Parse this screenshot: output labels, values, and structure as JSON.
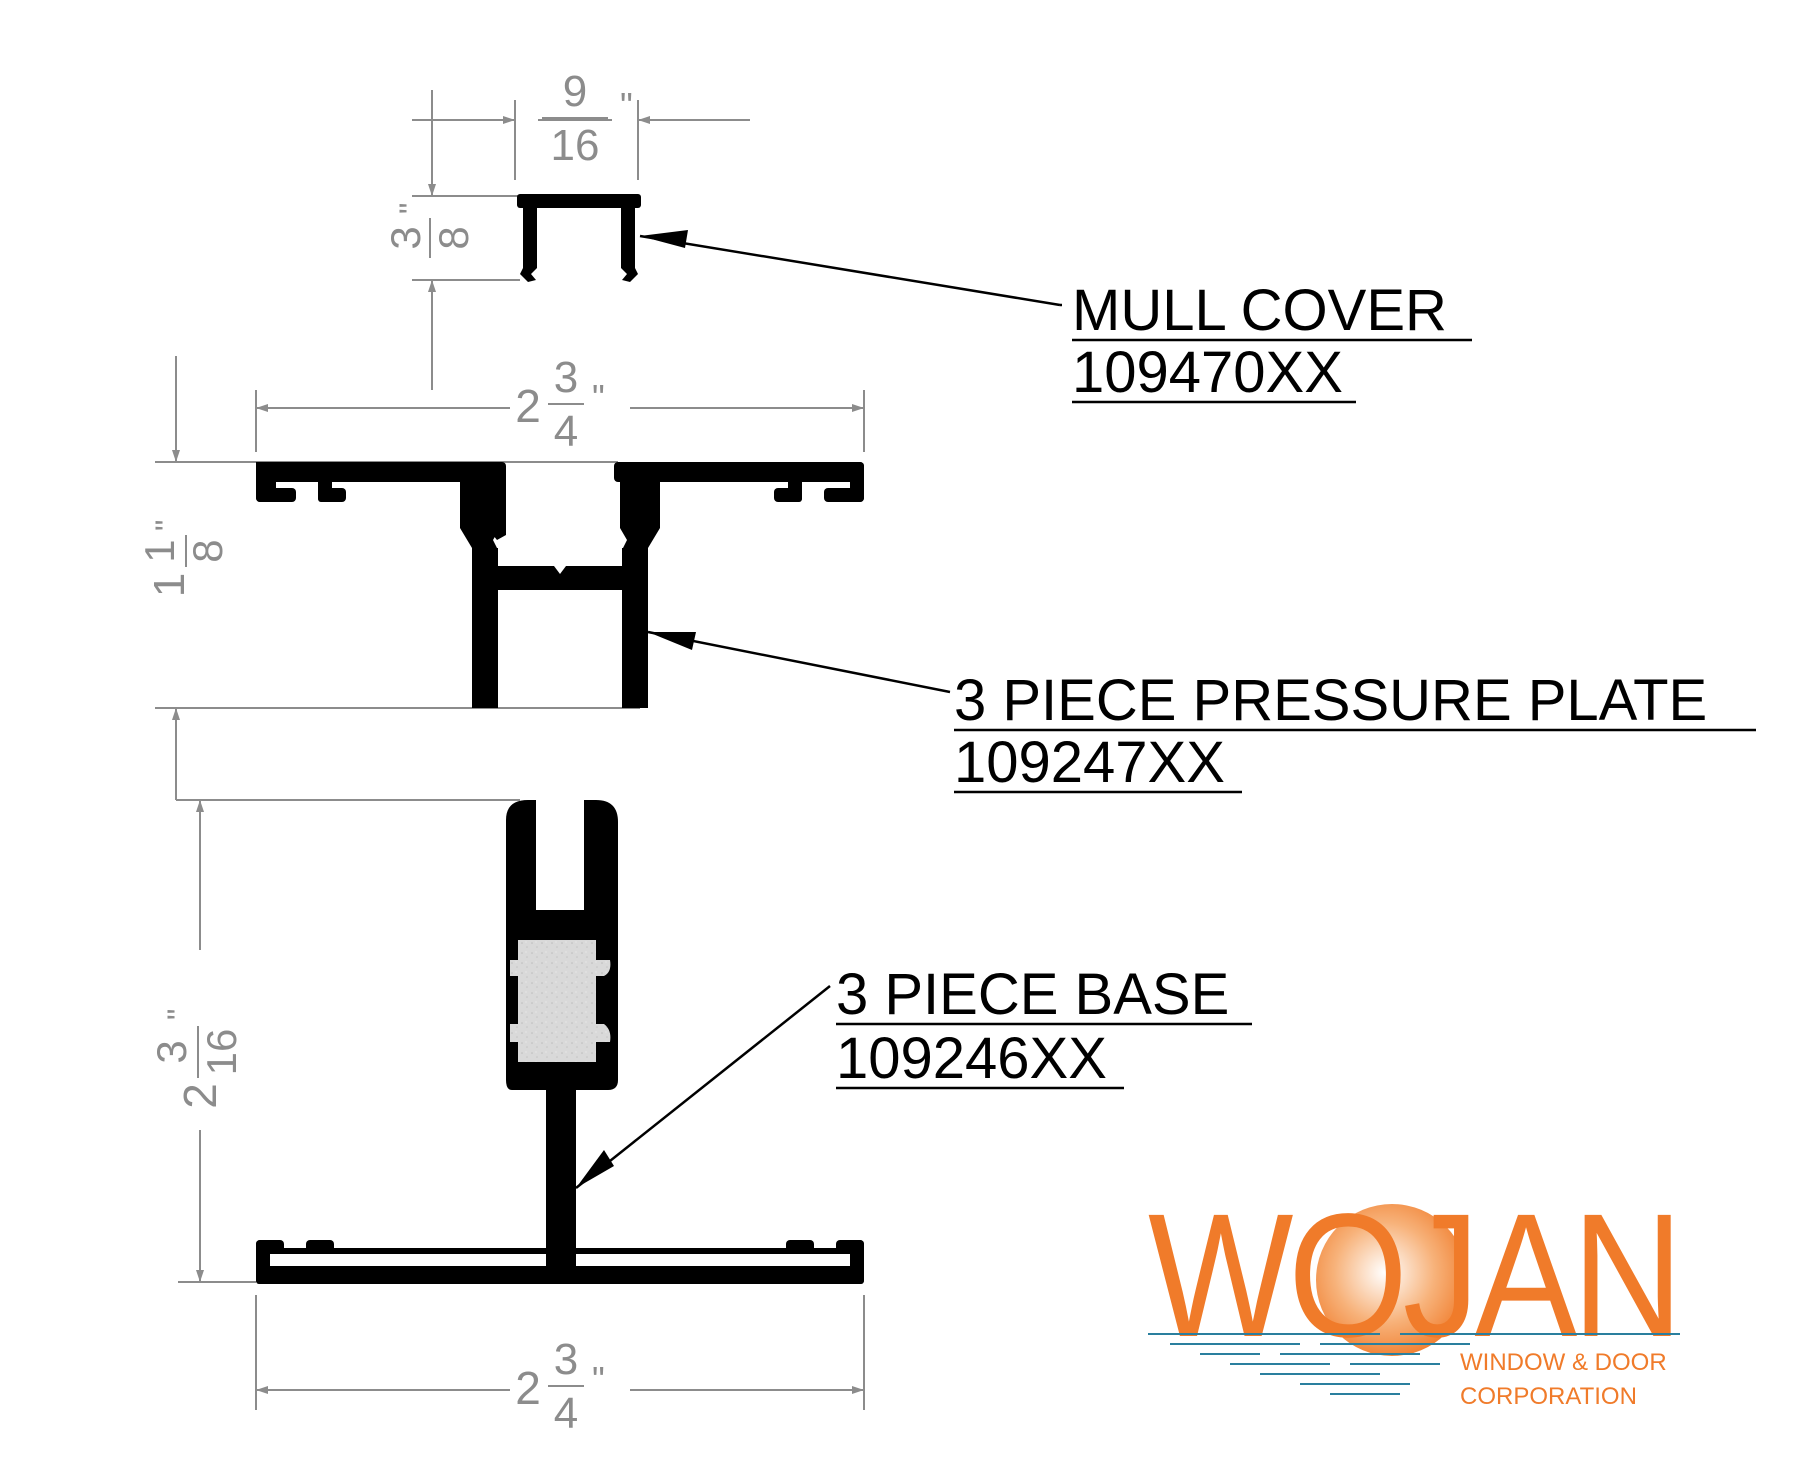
{
  "colors": {
    "profile": "#000000",
    "dimension": "#8c8c8c",
    "gasket": "#d9d9d9",
    "logo_orange": "#f07b2a",
    "logo_water": "#2a7f9e"
  },
  "dimensions": {
    "cover_width": {
      "whole": "",
      "num": "9",
      "den": "16",
      "unit": "\""
    },
    "cover_height": {
      "whole": "",
      "num": "3",
      "den": "8",
      "unit": "\""
    },
    "plate_width": {
      "whole": "2",
      "num": "3",
      "den": "4",
      "unit": "\""
    },
    "plate_height": {
      "whole": "1",
      "num": "1",
      "den": "8",
      "unit": "\""
    },
    "base_height": {
      "whole": "2",
      "num": "3",
      "den": "16",
      "unit": "\""
    },
    "base_width": {
      "whole": "2",
      "num": "3",
      "den": "4",
      "unit": "\""
    }
  },
  "labels": {
    "mull_cover": {
      "name": "MULL COVER",
      "part": "109470XX"
    },
    "pressure_plate": {
      "name": "3 PIECE PRESSURE PLATE",
      "part": "109247XX"
    },
    "base": {
      "name": "3 PIECE BASE",
      "part": "109246XX"
    }
  },
  "logo": {
    "wordmark": "WOJAN",
    "line1": "WINDOW & DOOR",
    "line2": "CORPORATION"
  }
}
